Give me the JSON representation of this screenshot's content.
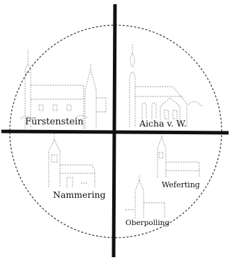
{
  "villages": {
    "top_left": "Fürstenstein",
    "top_right": "Aicha v. W.",
    "bottom_left": "Nammering",
    "bottom_right_upper": "Weferting",
    "bottom_right_lower": "Oberpolling"
  },
  "colors": {
    "background": "#ffffff",
    "axis": "#111111",
    "circle": "#333333",
    "sketch": "#9a9a9a",
    "text": "#111111"
  }
}
